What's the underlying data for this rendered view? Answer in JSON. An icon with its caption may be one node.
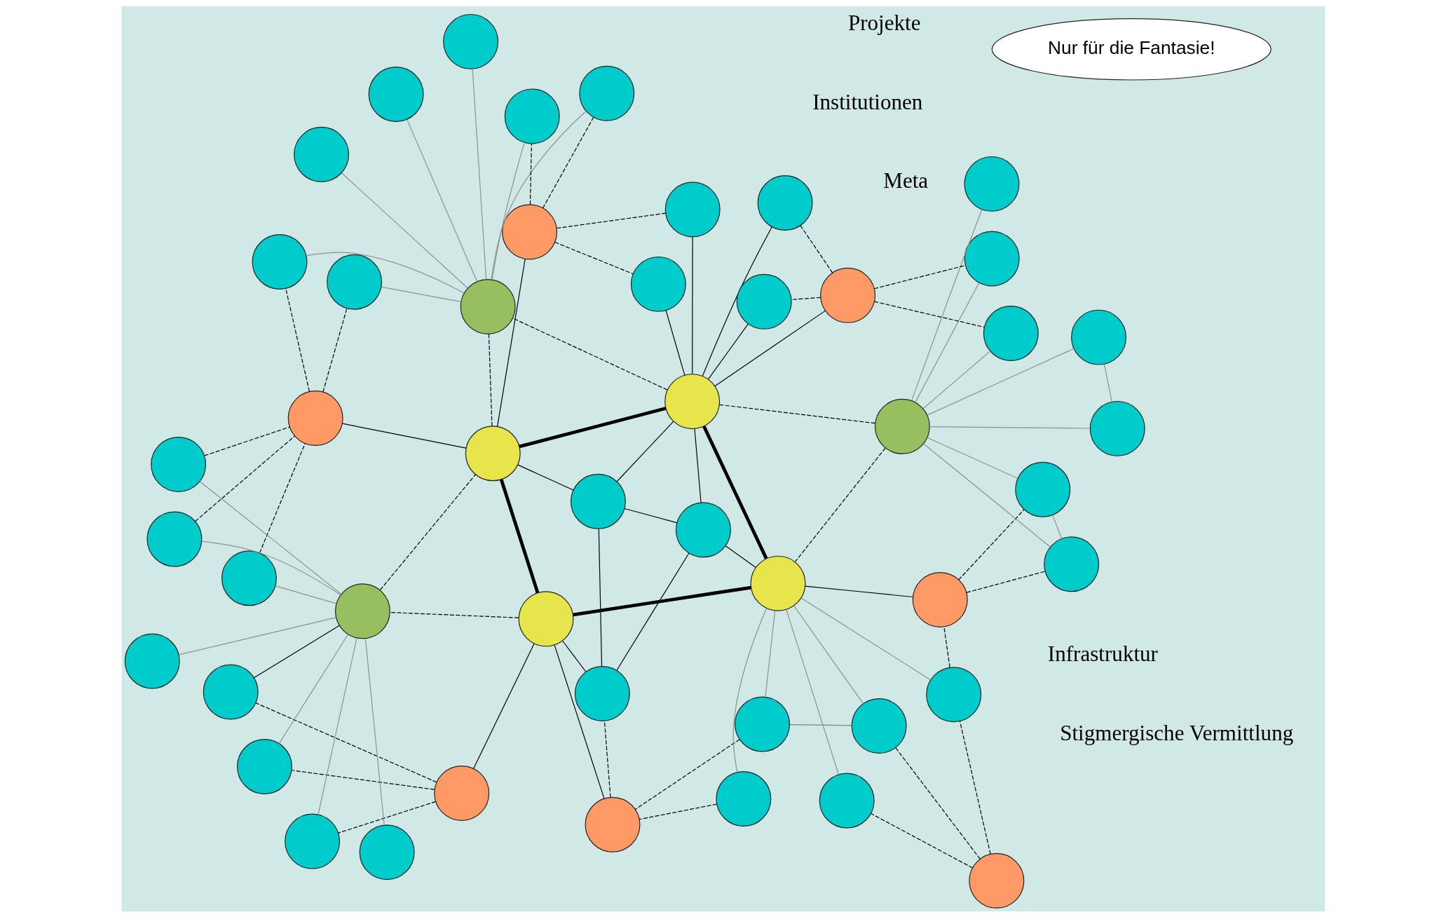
{
  "diagram": {
    "nodes": [
      {
        "text": [],
        "shape": "circle"
      },
      {
        "text": [],
        "shape": "circle"
      },
      {
        "text": [],
        "shape": "circle"
      },
      {
        "text": [],
        "shape": "circle"
      },
      {
        "text": [],
        "shape": "circle"
      },
      {
        "text": [],
        "shape": "circle"
      },
      {
        "text": [],
        "shape": "circle"
      },
      {
        "text": [],
        "shape": "circle"
      },
      {
        "text": [],
        "shape": "circle"
      },
      {
        "text": [],
        "shape": "circle"
      },
      {
        "text": [],
        "shape": "circle"
      },
      {
        "text": [],
        "shape": "circle"
      },
      {
        "text": [
          "Nur für die Fantasie!"
        ]
      },
      {
        "text": [],
        "shape": "circle"
      },
      {
        "text": [],
        "shape": "circle"
      },
      {
        "text": [],
        "shape": "circle"
      },
      {
        "text": [],
        "shape": "circle"
      },
      {
        "text": [],
        "shape": "circle"
      },
      {
        "text": [],
        "shape": "circle"
      },
      {
        "text": [],
        "shape": "circle"
      },
      {
        "text": [],
        "shape": "circle"
      },
      {
        "text": [],
        "shape": "circle"
      },
      {
        "text": [],
        "shape": "circle"
      },
      {
        "text": [],
        "shape": "circle"
      },
      {
        "text": [],
        "shape": "circle"
      },
      {
        "text": [],
        "shape": "circle"
      },
      {
        "text": [],
        "shape": "circle"
      },
      {
        "text": [],
        "shape": "circle"
      },
      {
        "text": [],
        "shape": "circle"
      },
      {
        "text": [],
        "shape": "circle"
      },
      {
        "text": [],
        "shape": "circle"
      },
      {
        "text": [],
        "shape": "circle"
      },
      {
        "text": [],
        "shape": "circle"
      },
      {
        "text": [],
        "shape": "circle"
      },
      {
        "text": [],
        "shape": "circle"
      },
      {
        "text": [],
        "shape": "circle"
      },
      {
        "text": [],
        "shape": "circle"
      },
      {
        "text": [],
        "shape": "circle"
      },
      {
        "text": [],
        "shape": "circle"
      },
      {
        "text": [],
        "shape": "circle"
      },
      {
        "text": [],
        "shape": "circle"
      },
      {
        "text": [],
        "shape": "circle"
      },
      {
        "text": [],
        "shape": "circle"
      },
      {
        "text": [],
        "shape": "circle"
      },
      {
        "text": [],
        "shape": "circle"
      },
      {
        "text": [],
        "shape": "circle"
      },
      {
        "text": [],
        "shape": "circle"
      },
      {
        "text": [],
        "shape": "circle"
      },
      {
        "text": [],
        "shape": "circle"
      }
    ],
    "edges": [
      {
        "from": 0,
        "to": 1,
        "arrow": "none",
        "style": "dashed"
      },
      {
        "from": 0,
        "to": 9,
        "arrow": "none",
        "style": "dashed"
      },
      {
        "from": 0,
        "to": 13,
        "arrow": "none",
        "style": "dashed"
      },
      {
        "from": 1,
        "to": 2,
        "arrow": "none",
        "color": "#808080"
      },
      {
        "from": 2,
        "to": 3,
        "arrow": "none",
        "style": "dashed"
      },
      {
        "from": 8,
        "to": 3,
        "arrow": "none",
        "style": "dashed"
      },
      {
        "from": 1,
        "to": 21,
        "arrow": "none",
        "color": "#909090"
      },
      {
        "from": 13,
        "to": 21,
        "arrow": "none",
        "color": "#909090"
      },
      {
        "from": 9,
        "to": 21,
        "arrow": "none",
        "color": "#909090"
      },
      {
        "from": 2,
        "to": 21,
        "arrow": "none",
        "color": "#909090"
      },
      {
        "from": 8,
        "to": 21,
        "arrow": "none",
        "color": "#909090"
      },
      {
        "from": 13,
        "to": 20,
        "arrow": "none",
        "style": "dashed"
      },
      {
        "from": 20,
        "to": 21,
        "arrow": "none"
      },
      {
        "from": 21,
        "to": 14,
        "arrow": "none",
        "style": "thick"
      },
      {
        "from": 21,
        "to": 26,
        "arrow": "none",
        "style": "thick"
      },
      {
        "from": 21,
        "to": 22,
        "arrow": "none"
      },
      {
        "from": 21,
        "to": 27,
        "arrow": "none",
        "style": "dashed"
      },
      {
        "from": 3,
        "to": 14,
        "arrow": "none"
      },
      {
        "from": 3,
        "to": 18,
        "arrow": "none",
        "style": "dashed"
      },
      {
        "from": 4,
        "to": 14,
        "arrow": "none"
      },
      {
        "from": 4,
        "to": 5,
        "arrow": "none",
        "style": "dashed"
      },
      {
        "from": 4,
        "to": 6,
        "arrow": "none",
        "style": "dashed"
      },
      {
        "from": 4,
        "to": 19,
        "arrow": "none",
        "style": "dashed"
      },
      {
        "from": 14,
        "to": 17,
        "arrow": "none",
        "style": "dashed"
      },
      {
        "from": 14,
        "to": 25,
        "arrow": "none",
        "style": "thick"
      },
      {
        "from": 14,
        "to": 18,
        "arrow": "none"
      },
      {
        "from": 17,
        "to": 6,
        "arrow": "none",
        "color": "#909090"
      },
      {
        "from": 17,
        "to": 5,
        "arrow": "none",
        "color": "#909090"
      },
      {
        "from": 17,
        "to": 7,
        "arrow": "none",
        "color": "#909090"
      },
      {
        "from": 17,
        "to": 10,
        "arrow": "none",
        "color": "#909090"
      },
      {
        "from": 17,
        "to": 15,
        "arrow": "none",
        "color": "#909090"
      },
      {
        "from": 17,
        "to": 11,
        "arrow": "none",
        "color": "#909090"
      },
      {
        "from": 17,
        "to": 16,
        "arrow": "none",
        "color": "#909090"
      },
      {
        "from": 17,
        "to": 19,
        "arrow": "none"
      },
      {
        "from": 17,
        "to": 25,
        "arrow": "none",
        "style": "dashed"
      },
      {
        "from": 7,
        "to": 24,
        "arrow": "none",
        "style": "dashed"
      },
      {
        "from": 11,
        "to": 24,
        "arrow": "none",
        "style": "dashed"
      },
      {
        "from": 16,
        "to": 24,
        "arrow": "none",
        "style": "dashed"
      },
      {
        "from": 18,
        "to": 22,
        "arrow": "none"
      },
      {
        "from": 18,
        "to": 23,
        "arrow": "none"
      },
      {
        "from": 22,
        "to": 23,
        "arrow": "none"
      },
      {
        "from": 22,
        "to": 26,
        "arrow": "none"
      },
      {
        "from": 23,
        "to": 26,
        "arrow": "none"
      },
      {
        "from": 23,
        "to": 25,
        "arrow": "none"
      },
      {
        "from": 25,
        "to": 24,
        "arrow": "none"
      },
      {
        "from": 25,
        "to": 26,
        "arrow": "none",
        "style": "thick"
      },
      {
        "from": 25,
        "to": 48,
        "arrow": "none"
      },
      {
        "from": 25,
        "to": 28,
        "arrow": "none",
        "style": "dashed"
      },
      {
        "from": 26,
        "to": 27,
        "arrow": "none",
        "style": "dashed"
      },
      {
        "from": 26,
        "to": 28,
        "arrow": "none",
        "style": "dashed"
      },
      {
        "from": 26,
        "to": 45,
        "arrow": "none"
      },
      {
        "from": 26,
        "to": 38,
        "arrow": "none"
      },
      {
        "from": 26,
        "to": 46,
        "arrow": "none"
      },
      {
        "from": 26,
        "to": 37,
        "arrow": "none"
      },
      {
        "from": 26,
        "to": 47,
        "arrow": "none"
      },
      {
        "from": 24,
        "to": 31,
        "arrow": "none",
        "style": "dashed"
      },
      {
        "from": 24,
        "to": 32,
        "arrow": "none",
        "style": "dashed"
      },
      {
        "from": 28,
        "to": 31,
        "arrow": "none",
        "color": "#909090"
      },
      {
        "from": 28,
        "to": 32,
        "arrow": "none",
        "color": "#909090"
      },
      {
        "from": 28,
        "to": 33,
        "arrow": "none",
        "color": "#909090"
      },
      {
        "from": 28,
        "to": 34,
        "arrow": "none",
        "color": "#909090"
      },
      {
        "from": 28,
        "to": 39,
        "arrow": "none",
        "color": "#909090"
      },
      {
        "from": 28,
        "to": 41,
        "arrow": "none",
        "color": "#909090"
      },
      {
        "from": 28,
        "to": 40,
        "arrow": "none",
        "color": "#909090"
      },
      {
        "from": 48,
        "to": 39,
        "arrow": "none",
        "style": "dashed"
      },
      {
        "from": 48,
        "to": 41,
        "arrow": "none",
        "style": "dashed"
      },
      {
        "from": 48,
        "to": 47,
        "arrow": "none",
        "style": "dashed"
      },
      {
        "from": 48,
        "to": 37,
        "arrow": "none",
        "style": "dashed"
      },
      {
        "from": 45,
        "to": 46,
        "arrow": "none",
        "style": "dashed"
      },
      {
        "from": 45,
        "to": 38,
        "arrow": "none",
        "style": "dashed"
      },
      {
        "from": 45,
        "to": 42,
        "arrow": "none",
        "style": "dashed"
      },
      {
        "from": 45,
        "to": 44,
        "arrow": "none",
        "style": "dashed"
      },
      {
        "from": 20,
        "to": 29,
        "arrow": "none",
        "style": "dashed"
      },
      {
        "from": 20,
        "to": 30,
        "arrow": "none",
        "style": "dashed"
      },
      {
        "from": 29,
        "to": 30,
        "arrow": "none",
        "color": "#909090"
      },
      {
        "from": 29,
        "to": 27,
        "arrow": "none",
        "color": "#909090"
      },
      {
        "from": 30,
        "to": 27,
        "arrow": "none",
        "color": "#909090"
      },
      {
        "from": 35,
        "to": 27,
        "arrow": "none",
        "color": "#909090"
      },
      {
        "from": 35,
        "to": 36,
        "arrow": "none",
        "color": "#909090"
      },
      {
        "from": 36,
        "to": 27,
        "arrow": "none",
        "color": "#909090"
      },
      {
        "from": 43,
        "to": 27,
        "arrow": "none",
        "color": "#909090"
      },
      {
        "from": 42,
        "to": 27,
        "arrow": "none",
        "color": "#909090"
      },
      {
        "from": 44,
        "to": 27,
        "arrow": "none",
        "color": "#909090"
      }
    ],
    "labels": [
      "Institutionen",
      "Projekte",
      "Infrastruktur",
      "Meta",
      "Stigmergische Vermittlung"
    ]
  }
}
